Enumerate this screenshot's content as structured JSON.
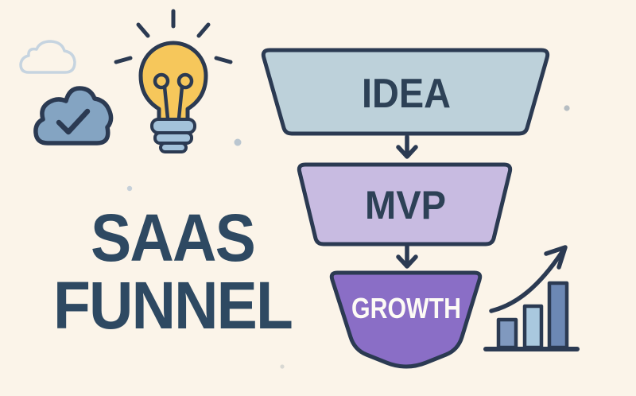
{
  "title": {
    "line1": "SAAS",
    "line2": "FUNNEL"
  },
  "funnel": {
    "stages": [
      {
        "label": "IDEA",
        "fill": "#bdd1da",
        "text_color": "#2d4156"
      },
      {
        "label": "MVP",
        "fill": "#c8bbe1",
        "text_color": "#2d4156"
      },
      {
        "label": "GROWTH",
        "fill": "#8a6ec6",
        "text_color": "#fdfbf5"
      }
    ],
    "connector_icon": "arrow-down"
  },
  "icons": {
    "lightbulb": {
      "name": "lightbulb-icon",
      "bulb_fill": "#f6c75b",
      "base_fill": "#a3c2da"
    },
    "cloud_check": {
      "name": "cloud-check-icon",
      "fill": "#84a4c2"
    },
    "cloud_outline": {
      "name": "cloud-outline-icon",
      "stroke": "#c6d4e0"
    },
    "growth_chart": {
      "name": "growth-chart-icon",
      "bar_fills": [
        "#8099bf",
        "#a9c8de",
        "#6c88b4"
      ]
    }
  },
  "colors": {
    "bg": "#fbf4e9",
    "ink": "#2b3a52",
    "title": "#2e4962"
  }
}
